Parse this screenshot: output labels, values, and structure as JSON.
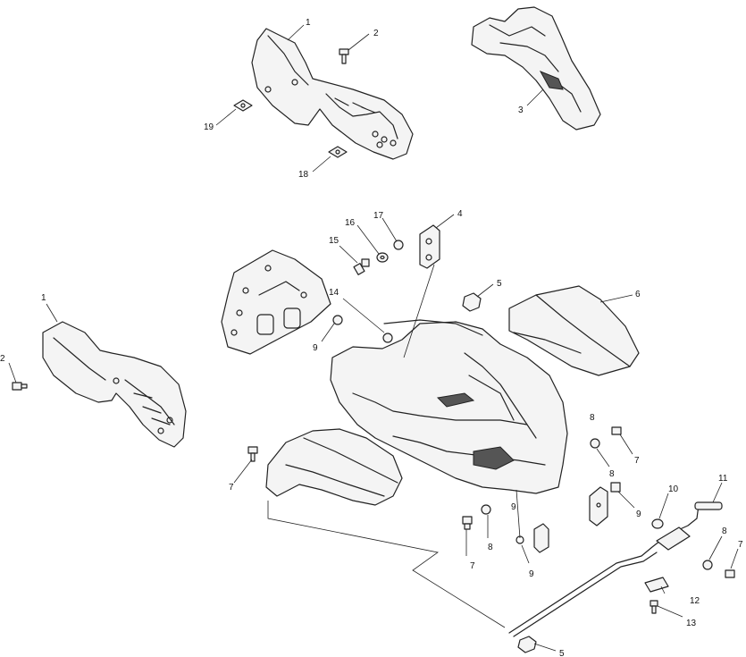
{
  "callouts": [
    {
      "id": "c1a",
      "label": "1"
    },
    {
      "id": "c2a",
      "label": "2"
    },
    {
      "id": "c3",
      "label": "3"
    },
    {
      "id": "c19",
      "label": "19"
    },
    {
      "id": "c18",
      "label": "18"
    },
    {
      "id": "c4",
      "label": "4"
    },
    {
      "id": "c17",
      "label": "17"
    },
    {
      "id": "c16",
      "label": "16"
    },
    {
      "id": "c15",
      "label": "15"
    },
    {
      "id": "c5a",
      "label": "5"
    },
    {
      "id": "c6",
      "label": "6"
    },
    {
      "id": "c14",
      "label": "14"
    },
    {
      "id": "c9a",
      "label": "9"
    },
    {
      "id": "c1b",
      "label": "1"
    },
    {
      "id": "c2b",
      "label": "2"
    },
    {
      "id": "c7a",
      "label": "7"
    },
    {
      "id": "c8a",
      "label": "8"
    },
    {
      "id": "c9b",
      "label": "9"
    },
    {
      "id": "c10",
      "label": "10"
    },
    {
      "id": "c11",
      "label": "11"
    },
    {
      "id": "c7b",
      "label": "7"
    },
    {
      "id": "c8b",
      "label": "8"
    },
    {
      "id": "c9c",
      "label": "9"
    },
    {
      "id": "c7c",
      "label": "7"
    },
    {
      "id": "c8c",
      "label": "8"
    },
    {
      "id": "c9d",
      "label": "9"
    },
    {
      "id": "c8d",
      "label": "8"
    },
    {
      "id": "c7d",
      "label": "7"
    },
    {
      "id": "c12",
      "label": "12"
    },
    {
      "id": "c13",
      "label": "13"
    },
    {
      "id": "c5b",
      "label": "5"
    }
  ]
}
